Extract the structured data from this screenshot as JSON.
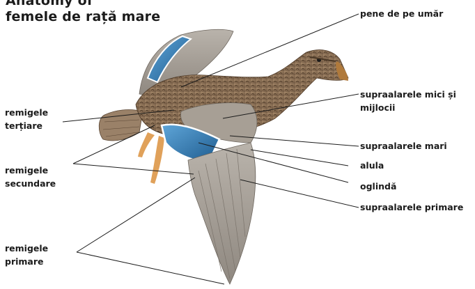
{
  "title": {
    "line1": "Anatomy of",
    "line2": "femele de rață mare"
  },
  "labels": {
    "shoulder_feathers": "pene de pe umăr",
    "small_middle_coverts": [
      "supraalarele mici și",
      "mijlocii"
    ],
    "tertials": [
      "remigele",
      "terțiare"
    ],
    "secondaries": [
      "remigele",
      "secundare"
    ],
    "greater_coverts": "supraalarele mari",
    "alula": "alula",
    "speculum": "oglindă",
    "primary_coverts": "supraalarele primare",
    "primaries": [
      "remigele",
      "primare"
    ]
  },
  "colors": {
    "speculum_blue": "#3d7fb8",
    "plumage_brown": "#8a6f52",
    "wing_grey": "#a9a39b",
    "legs_orange": "#e0a15a"
  }
}
